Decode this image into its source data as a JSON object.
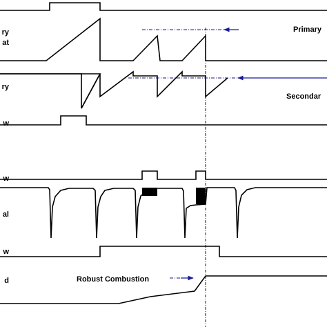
{
  "labels": {
    "primary_left_top": "ry",
    "primary_left_bottom": "at",
    "secondary_left": "ry",
    "row3_left": "w",
    "row4_left": "w",
    "row5_left": "al",
    "row6_left": "w",
    "row7_left": "d",
    "primary_right": "Primary",
    "secondary_right": "Secondar",
    "robust_combustion": "Robust Combustion"
  },
  "colors": {
    "trace": "#000000",
    "reference_line": "#1a1a80",
    "arrow": "#1a1a9a"
  }
}
